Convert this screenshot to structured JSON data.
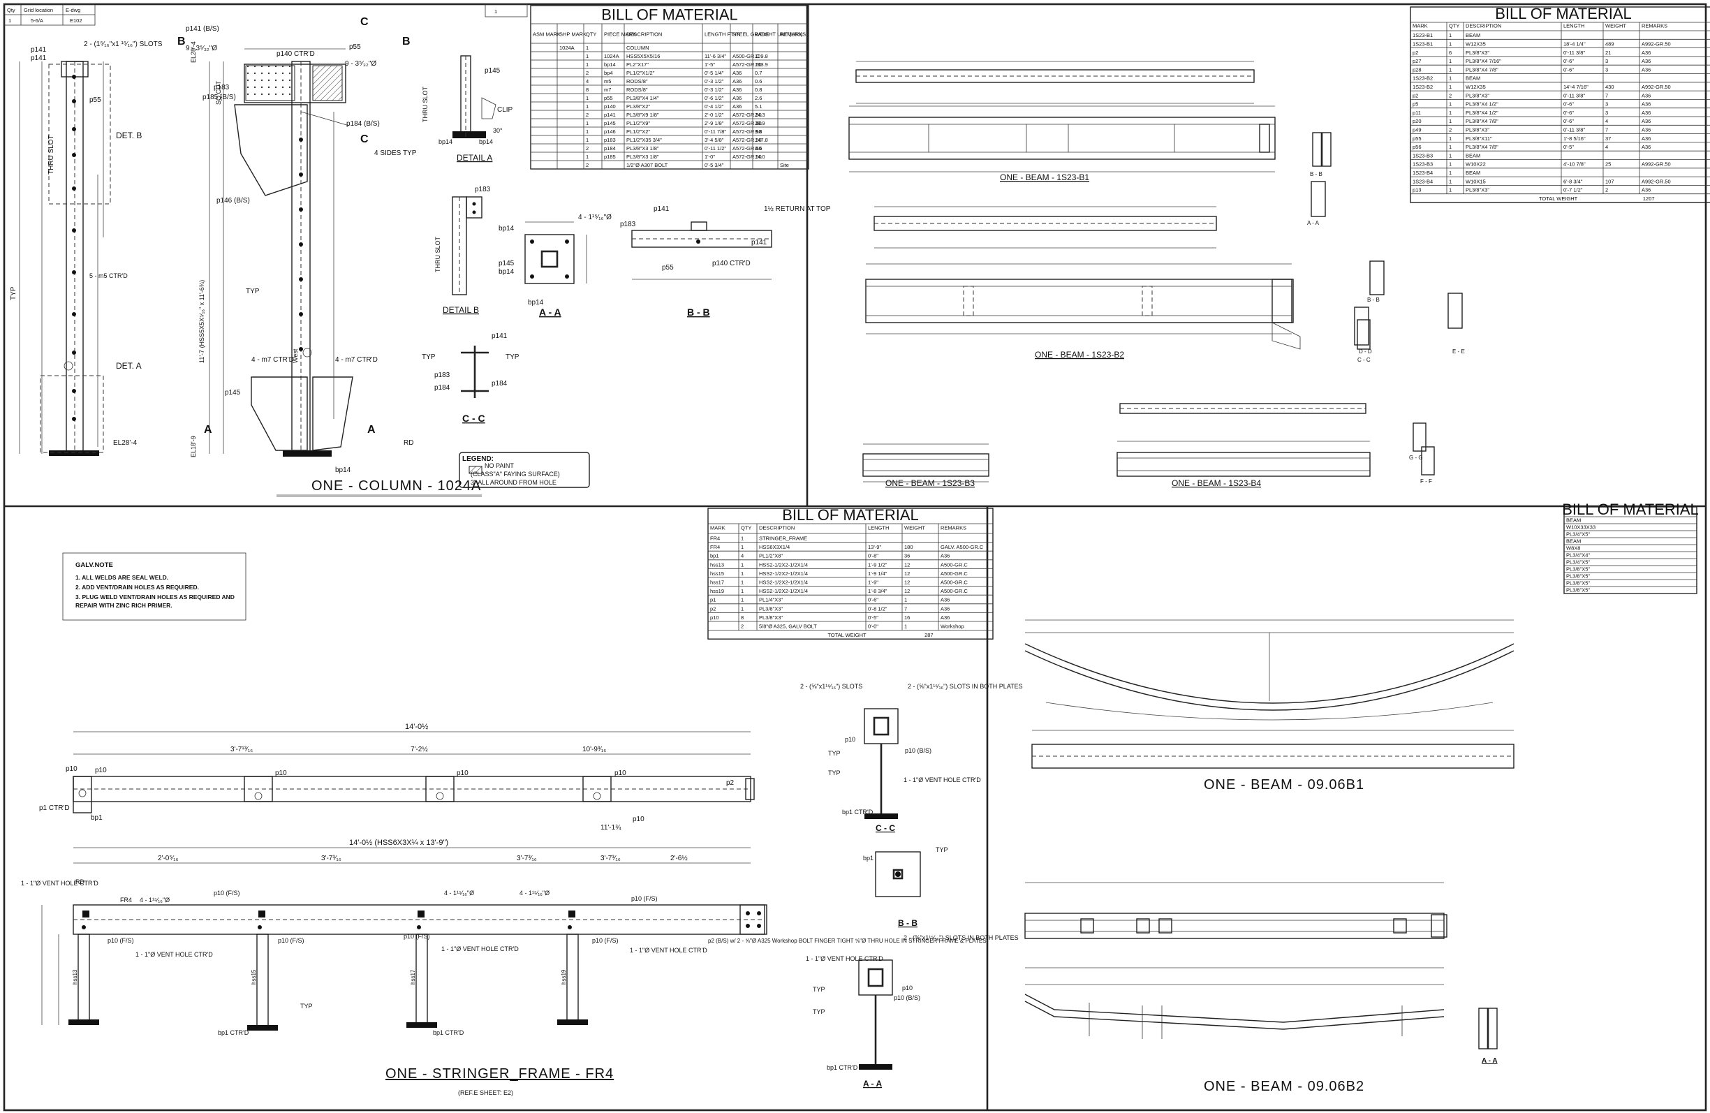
{
  "grid_block": {
    "headers": [
      "Qty",
      "Grid location",
      "E-dwg"
    ],
    "values": [
      "1",
      "5-6/A",
      "E102"
    ],
    "extra": "1"
  },
  "column_1024A": {
    "title": "ONE - COLUMN - 1024A",
    "labels": [
      "p141",
      "p141",
      "p55",
      "2 - (1⁵⁄₁₆\"x1 ¹⁵⁄₁₆\") SLOTS",
      "DET. B",
      "DET. A",
      "THRU SLOT",
      "5 - m5 CTR'D",
      "p141 (B/S)",
      "9 - 3⁵⁄₃₂\"Ø",
      "p183",
      "p185 (B/S)",
      "p140 CTR'D",
      "p55",
      "9 - 3⁵⁄₃₂\"Ø",
      "p184 (B/S)",
      "4 SIDES TYP",
      "p146 (B/S)",
      "TYP",
      "4 - m7 CTR'D",
      "4 - m7 CTR'D",
      "p145",
      "bp14",
      "SQ.CUT",
      "RD",
      "RD",
      "EL28'-4",
      "EL18'-9",
      "11'-7",
      "11'-7 (HSS5X5X⁵⁄₁₆\" x 11'-6¾)",
      "West"
    ],
    "section_markers": [
      "A",
      "A",
      "B",
      "B",
      "C",
      "C"
    ]
  },
  "detail_a": {
    "title": "DETAIL A",
    "labels": [
      "p145",
      "THRU SLOT",
      "CLIP",
      "bp14",
      "bp14",
      "30°"
    ]
  },
  "detail_b": {
    "title": "DETAIL B",
    "labels": [
      "p183",
      "THRU SLOT"
    ]
  },
  "section_aa_1": {
    "title": "A - A",
    "labels": [
      "bp14",
      "p145",
      "bp14",
      "bp14",
      "4 - 1¹⁵⁄₁₆\"Ø"
    ]
  },
  "section_bb_1": {
    "title": "B - B",
    "labels": [
      "p141",
      "p183",
      "1½ RETURN AT TOP",
      "p141",
      "p140 CTR'D",
      "p55"
    ]
  },
  "section_cc_1": {
    "title": "C - C",
    "labels": [
      "p141",
      "TYP",
      "TYP",
      "p183",
      "p184",
      "p184"
    ]
  },
  "legend": {
    "title": "LEGEND:",
    "lines": [
      "NO PAINT",
      "(CLASS\"A\" FAYING SURFACE)",
      "3\" ALL AROUND FROM HOLE"
    ]
  },
  "bom_column": {
    "title": "BILL OF MATERIAL",
    "headers": [
      "ASM MARK",
      "SHP MARK",
      "QTY",
      "PIECE MARK",
      "DESCRIPTION",
      "LENGTH FT-IN",
      "STEEL GRADE",
      "WEIGHT UNIT(LBS)",
      "REMARKS"
    ],
    "rows": [
      [
        "",
        "1024A",
        "1",
        "",
        "COLUMN",
        "",
        "",
        "",
        ""
      ],
      [
        "",
        "",
        "1",
        "1024A",
        "HSS5X5X5/16",
        "11'-6 3/4\"",
        "A500-GR.C",
        "109.8",
        ""
      ],
      [
        "",
        "",
        "1",
        "bp14",
        "PL2\"X17\"",
        "1'-5\"",
        "A572-GR.50",
        "163.9",
        ""
      ],
      [
        "",
        "",
        "2",
        "bp4",
        "PL1/2\"X1/2\"",
        "0'-5 1/4\"",
        "A36",
        "0.7",
        ""
      ],
      [
        "",
        "",
        "4",
        "m5",
        "RODS/8\"",
        "0'-3 1/2\"",
        "A36",
        "0.6",
        ""
      ],
      [
        "",
        "",
        "8",
        "m7",
        "RODS/8\"",
        "0'-3 1/2\"",
        "A36",
        "0.8",
        ""
      ],
      [
        "",
        "",
        "1",
        "p55",
        "PL3/8\"X4 1/4\"",
        "0'-6 1/2\"",
        "A36",
        "2.6",
        ""
      ],
      [
        "",
        "",
        "1",
        "p140",
        "PL3/8\"X2\"",
        "0'-4 1/2\"",
        "A36",
        "5.1",
        ""
      ],
      [
        "",
        "",
        "2",
        "p141",
        "PL3/8\"X9 1/8\"",
        "2'-0 1/2\"",
        "A572-GR.50",
        "24.3",
        ""
      ],
      [
        "",
        "",
        "1",
        "p145",
        "PL1/2\"X9\"",
        "2'-9 1/8\"",
        "A572-GR.50",
        "38.9",
        ""
      ],
      [
        "",
        "",
        "1",
        "p146",
        "PL1/2\"X2\"",
        "0'-11 7/8\"",
        "A572-GR.50",
        "9.8",
        ""
      ],
      [
        "",
        "",
        "1",
        "p183",
        "PL1/2\"X35 3/4\"",
        "3'-4 5/8\"",
        "A572-GR.50",
        "147.8",
        ""
      ],
      [
        "",
        "",
        "2",
        "p184",
        "PL3/8\"X3 1/8\"",
        "0'-11 1/2\"",
        "A572-GR.50",
        "8.6",
        ""
      ],
      [
        "",
        "",
        "1",
        "p185",
        "PL3/8\"X3 1/8\"",
        "1'-0\"",
        "A572-GR.50",
        "14.0",
        ""
      ],
      [
        "",
        "",
        "2",
        "",
        "1/2\"Ø A307 BOLT",
        "0'-5 3/4\"",
        "",
        "",
        "Site"
      ]
    ]
  },
  "bom_1s23": {
    "title": "BILL OF MATERIAL",
    "headers": [
      "MARK",
      "QTY",
      "DESCRIPTION",
      "LENGTH",
      "WEIGHT",
      "REMARKS"
    ],
    "rows": [
      [
        "1S23-B1",
        "1",
        "BEAM",
        "",
        "",
        ""
      ],
      [
        "1S23-B1",
        "1",
        "W12X35",
        "18'-4 1/4\"",
        "489",
        "A992-GR.50"
      ],
      [
        "p2",
        "6",
        "PL3/8\"X3\"",
        "0'-11 3/8\"",
        "21",
        "A36"
      ],
      [
        "p27",
        "1",
        "PL3/8\"X4 7/16\"",
        "0'-6\"",
        "3",
        "A36"
      ],
      [
        "p28",
        "1",
        "PL3/8\"X4 7/8\"",
        "0'-6\"",
        "3",
        "A36"
      ],
      [
        "1S23-B2",
        "1",
        "BEAM",
        "",
        "",
        ""
      ],
      [
        "1S23-B2",
        "1",
        "W12X35",
        "14'-4 7/16\"",
        "430",
        "A992-GR.50"
      ],
      [
        "p2",
        "2",
        "PL3/8\"X3\"",
        "0'-11 3/8\"",
        "7",
        "A36"
      ],
      [
        "p5",
        "1",
        "PL3/8\"X4 1/2\"",
        "0'-6\"",
        "3",
        "A36"
      ],
      [
        "p11",
        "1",
        "PL3/8\"X4 1/2\"",
        "0'-6\"",
        "3",
        "A36"
      ],
      [
        "p20",
        "1",
        "PL3/8\"X4 7/8\"",
        "0'-6\"",
        "4",
        "A36"
      ],
      [
        "p49",
        "2",
        "PL3/8\"X3\"",
        "0'-11 3/8\"",
        "7",
        "A36"
      ],
      [
        "p55",
        "1",
        "PL3/8\"X11\"",
        "1'-8 5/16\"",
        "37",
        "A36"
      ],
      [
        "p56",
        "1",
        "PL3/8\"X4 7/8\"",
        "0'-5\"",
        "4",
        "A36"
      ],
      [
        "1S23-B3",
        "1",
        "BEAM",
        "",
        "",
        ""
      ],
      [
        "1S23-B3",
        "1",
        "W10X22",
        "4'-10 7/8\"",
        "25",
        "A992-GR.50"
      ],
      [
        "1S23-B4",
        "1",
        "BEAM",
        "",
        "",
        ""
      ],
      [
        "1S23-B4",
        "1",
        "W10X15",
        "6'-8 3/4\"",
        "107",
        "A992-GR.50"
      ],
      [
        "p13",
        "1",
        "PL3/8\"X3\"",
        "0'-7 1/2\"",
        "2",
        "A36"
      ]
    ],
    "total_label": "TOTAL WEIGHT",
    "total_value": "1207"
  },
  "bom_fr4": {
    "title": "BILL OF MATERIAL",
    "headers": [
      "MARK",
      "QTY",
      "DESCRIPTION",
      "LENGTH",
      "WEIGHT",
      "REMARKS"
    ],
    "rows": [
      [
        "FR4",
        "1",
        "STRINGER_FRAME",
        "",
        "",
        ""
      ],
      [
        "FR4",
        "1",
        "HSS6X3X1/4",
        "13'-9\"",
        "180",
        "GALV.   A500-GR.C"
      ],
      [
        "bp1",
        "4",
        "PL1/2\"X8\"",
        "0'-8\"",
        "36",
        "A36"
      ],
      [
        "hss13",
        "1",
        "HSS2-1/2X2-1/2X1/4",
        "1'-9 1/2\"",
        "12",
        "A500-GR.C"
      ],
      [
        "hss15",
        "1",
        "HSS2-1/2X2-1/2X1/4",
        "1'-9 1/4\"",
        "12",
        "A500-GR.C"
      ],
      [
        "hss17",
        "1",
        "HSS2-1/2X2-1/2X1/4",
        "1'-9\"",
        "12",
        "A500-GR.C"
      ],
      [
        "hss19",
        "1",
        "HSS2-1/2X2-1/2X1/4",
        "1'-8 3/4\"",
        "12",
        "A500-GR.C"
      ],
      [
        "p1",
        "1",
        "PL1/4\"X3\"",
        "0'-6\"",
        "1",
        "A36"
      ],
      [
        "p2",
        "1",
        "PL3/8\"X3\"",
        "0'-8 1/2\"",
        "7",
        "A36"
      ],
      [
        "p10",
        "8",
        "PL3/8\"X3\"",
        "0'-5\"",
        "16",
        "A36"
      ],
      [
        "",
        "2",
        "5/8\"Ø A325, GALV BOLT",
        "0'-0\"",
        "1",
        "Workshop"
      ]
    ],
    "total_label": "TOTAL WEIGHT",
    "total_value": "287"
  },
  "bom_0906": {
    "title": "BILL OF MATERIAL",
    "rows": [
      "BEAM",
      "W10X33X33",
      "PL3/4\"X5\"",
      "BEAM",
      "W8X8",
      "PL3/4\"X4\"",
      "PL3/4\"X5\"",
      "PL3/8\"X5\"",
      "PL3/8\"X5\"",
      "PL3/8\"X5\"",
      "PL3/8\"X5\""
    ]
  },
  "galv_note": {
    "title": "GALV.NOTE",
    "lines": [
      "1. ALL WELDS ARE SEAL WELD.",
      "2. ADD VENT/DRAIN HOLES AS REQUIRED.",
      "3. PLUG WELD VENT/DRAIN HOLES AS REQUIRED AND",
      "    REPAIR WITH ZINC RICH PRIMER."
    ]
  },
  "beam_b1": {
    "title": "ONE - BEAM - 1S23-B1",
    "sections": [
      "B - B",
      "A - A"
    ]
  },
  "beam_b2": {
    "title": "ONE - BEAM - 1S23-B2",
    "sections": [
      "B - B",
      "D - D",
      "C - C",
      "E - E"
    ]
  },
  "beam_b3": {
    "title": "ONE - BEAM - 1S23-B3"
  },
  "beam_b4": {
    "title": "ONE - BEAM - 1S23-B4",
    "sections": [
      "G - G",
      "F - F"
    ]
  },
  "stringer_fr4": {
    "title": "ONE - STRINGER_FRAME - FR4",
    "ref": "(REF.E SHEET: E2)",
    "dims_top": [
      "14'-0½",
      "3'-7¹³⁄₁₆",
      "7'-2½",
      "10'-9³⁄₁₆",
      "11'-1¾"
    ],
    "dim_main": "14'-0½ (HSS6X3X¼ x 13'-9\")",
    "dims_mid": [
      "2'-0⁵⁄₁₆",
      "3'-7³⁄₁₆",
      "3'-7³⁄₁₆",
      "3'-7³⁄₁₆",
      "2'-6½"
    ],
    "labels": [
      "p10",
      "p10",
      "p10",
      "p10",
      "p10",
      "p10",
      "p1 CTR'D",
      "bp1",
      "p2",
      "1 - 1\"Ø VENT HOLE CTR'D",
      "FR4",
      "4 - 1¹⁵⁄₁₆\"Ø",
      "p10 (F/S)",
      "p10 (F/S)",
      "p10 (F/S)",
      "p10 (F/S)",
      "p10 (F/S)",
      "p10 (F/S)",
      "1 - 1\"Ø VENT HOLE CTR'D",
      "1 - 1\"Ø VENT HOLE CTR'D",
      "1 - 1\"Ø VENT HOLE CTR'D",
      "p2 (B/S) w/ 2 - ⅝\"Ø A325 Workshop BOLT FINGER TIGHT ⅝\"Ø THRU HOLE IN STRINGER FRAME & PLATES",
      "hss13",
      "hss15",
      "hss17",
      "hss19",
      "bp1 CTR'D",
      "bp1 CTR'D",
      "RD",
      "TYP"
    ]
  },
  "fr4_section_cc": {
    "title": "C - C",
    "labels": [
      "2 - (⅝\"x1¹⁵⁄₁₆\") SLOTS",
      "2 - (⅝\"x1¹⁵⁄₁₆\") SLOTS IN BOTH PLATES",
      "p10",
      "p10 (B/S)",
      "1 - 1\"Ø VENT HOLE CTR'D",
      "TYP",
      "TYP",
      "bp1 CTR'D"
    ]
  },
  "fr4_section_bb": {
    "title": "B - B",
    "labels": [
      "bp1",
      "TYP"
    ]
  },
  "fr4_section_aa": {
    "title": "A - A",
    "labels": [
      "2 - (⅝\"x1¹⁵⁄₁₆\") SLOTS IN BOTH PLATES",
      "1 - 1\"Ø VENT HOLE CTR'D",
      "p10",
      "p10 (B/S)",
      "TYP",
      "TYP",
      "bp1 CTR'D"
    ]
  },
  "beam_0906b1": {
    "title": "ONE - BEAM - 09.06B1"
  },
  "beam_0906b2": {
    "title": "ONE - BEAM - 09.06B2",
    "sections": [
      "A - A"
    ]
  }
}
